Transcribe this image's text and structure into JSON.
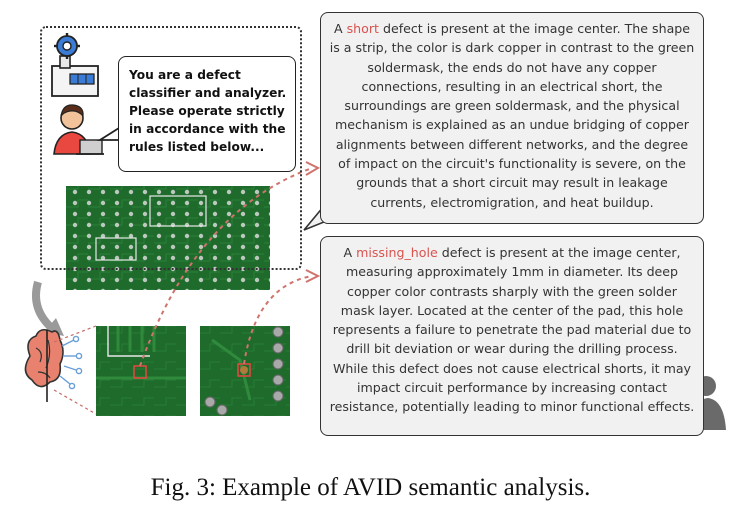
{
  "prompt_bubble": {
    "text": "You are a defect classifier and analyzer. Please operate strictly in accordance with the rules listed below..."
  },
  "description_short": {
    "lead": "A ",
    "defect_name": "short",
    "body": " defect is present at the image center. The shape is a strip, the color is dark copper in contrast to the green soldermask, the ends do not have any copper connections, resulting in an electrical short, the surroundings are green soldermask, and the physical mechanism is explained as an undue bridging of copper alignments between different networks, and the degree of impact on the circuit's functionality is severe, on the grounds that a short circuit may result in leakage currents, electromigration, and heat buildup."
  },
  "description_missing_hole": {
    "lead": "A ",
    "defect_name": "missing_hole",
    "body": " defect is present at the image center, measuring approximately 1mm in diameter. Its deep copper color contrasts sharply with the green solder mask layer. Located at the center of the pad, this hole represents a failure to penetrate the pad material due to drill bit deviation or wear during the drilling process. While this defect does not cause electrical shorts, it may impact circuit performance by increasing contact resistance, potentially leading to minor functional effects."
  },
  "caption": "Fig. 3: Example of AVID semantic analysis.",
  "colors": {
    "highlight": "#d9534f",
    "arrow": "#d0736d",
    "pcb_green": "#1f6b2c",
    "box_fill": "#f1f1f1"
  },
  "icons": [
    "factory-gear-icon",
    "developer-icon",
    "brain-network-icon",
    "curved-arrow-icon",
    "reader-icon"
  ]
}
